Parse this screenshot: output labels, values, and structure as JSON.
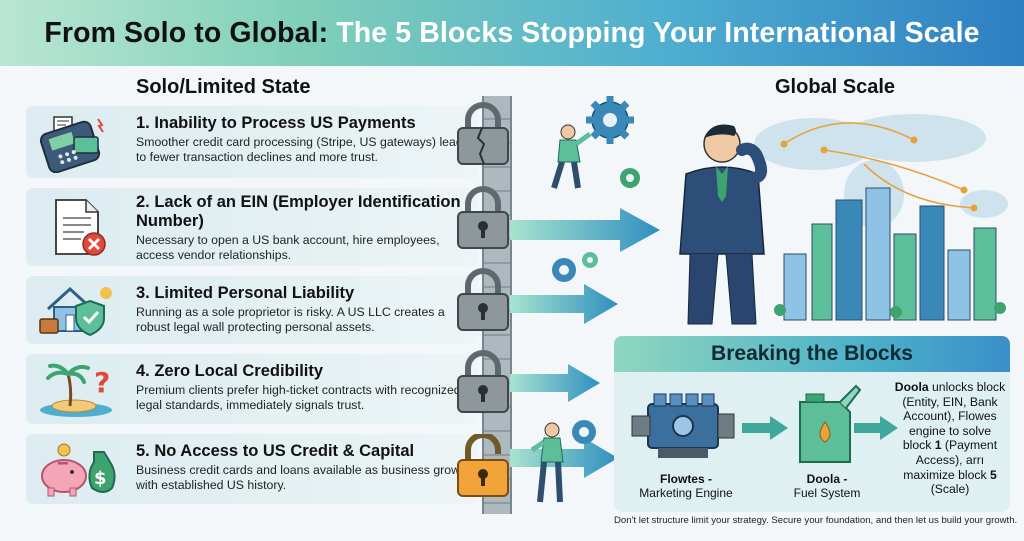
{
  "title": {
    "part1": "From Solo to Global:",
    "part2": "The 5 Blocks Stopping Your International Scale"
  },
  "left_heading": "Solo/Limited State",
  "right_heading": "Global Scale",
  "blocks": [
    {
      "title": "1. Inability to Process US Payments",
      "desc": "Smoother credit card processing (Stripe, US gateways) leads to fewer transaction declines and more trust.",
      "icon": "card-terminal-icon"
    },
    {
      "title": "2. Lack of an EIN (Employer Identification Number)",
      "desc": "Necessary to open a US bank account, hire employees, access vendor relationships.",
      "icon": "document-reject-icon"
    },
    {
      "title": "3. Limited Personal Liability",
      "desc": "Running as a sole proprietor is risky. A US LLC creates a robust legal wall protecting personal assets.",
      "icon": "house-shield-icon"
    },
    {
      "title": "4. Zero Local Credibility",
      "desc": "Premium clients prefer high-ticket contracts with recognized legal standards, immediately signals trust.",
      "icon": "island-question-icon"
    },
    {
      "title": "5. No Access to US Credit & Capital",
      "desc": "Business credit cards and loans available as business grows with established US history.",
      "icon": "piggy-bank-icon"
    }
  ],
  "breaking": {
    "heading": "Breaking the Blocks",
    "engine_caption_1": "Flowtes -",
    "engine_caption_2": "Marketing Engine",
    "fuel_caption_1": "Doola -",
    "fuel_caption_2": "Fuel System",
    "note_brand": "Doola",
    "note_1": "unlocks block (Entity, EIN, Bank Account), Flowes engine to solve block",
    "note_num1": "1",
    "note_2": "(Payment Access), arrı maximize block",
    "note_num2": "5",
    "note_3": "(Scale)"
  },
  "footer": "Don't let structure limit your strategy. Secure your foundation, and then let us build your growth.",
  "colors": {
    "lock_grey": "#8e979c",
    "lock_orange": "#f2a33a",
    "arrow_teal": "#2f8fc0",
    "accent_green": "#5cbf9a"
  }
}
